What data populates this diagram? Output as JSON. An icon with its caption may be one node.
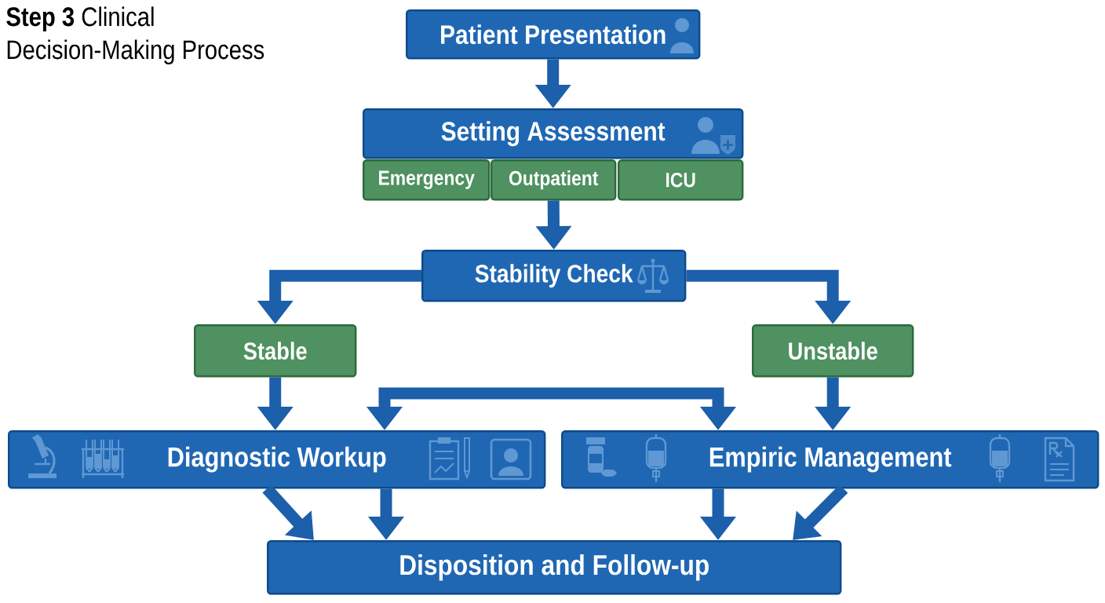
{
  "diagram": {
    "title": "**Step 3** Clinical Decision-Making Process",
    "nodes": [
      {
        "text": [
          "Patient Presentation"
        ]
      },
      {
        "text": [
          "Setting Assessment"
        ]
      },
      {
        "text": [
          "Emergency"
        ]
      },
      {
        "text": [
          "Outpatient"
        ]
      },
      {
        "text": [
          "ICU"
        ]
      },
      {
        "text": [
          "Stability Check"
        ]
      },
      {
        "text": [
          "Stable"
        ]
      },
      {
        "text": [
          "Unstable"
        ]
      },
      {
        "text": [
          "Diagnostic Workup"
        ]
      },
      {
        "text": [
          "Empiric Management"
        ]
      },
      {
        "text": [
          "Disposition and Follow-up"
        ]
      }
    ],
    "edges": [
      {
        "from": 0,
        "to": 1,
        "arrow": "to"
      },
      {
        "from": 3,
        "to": 5,
        "arrow": "to"
      },
      {
        "from": 5,
        "to": 6,
        "arrow": "to"
      },
      {
        "from": 5,
        "to": 7,
        "arrow": "to"
      },
      {
        "from": 6,
        "to": 8,
        "arrow": "to"
      },
      {
        "from": 7,
        "to": 9,
        "arrow": "to"
      },
      {
        "from": 8,
        "to": 9,
        "arrow": "both"
      },
      {
        "from": 8,
        "to": 10,
        "arrow": "to"
      },
      {
        "from": 8,
        "to": 10,
        "arrow": "to"
      },
      {
        "from": 9,
        "to": 10,
        "arrow": "to"
      },
      {
        "from": 9,
        "to": 10,
        "arrow": "to"
      }
    ]
  }
}
